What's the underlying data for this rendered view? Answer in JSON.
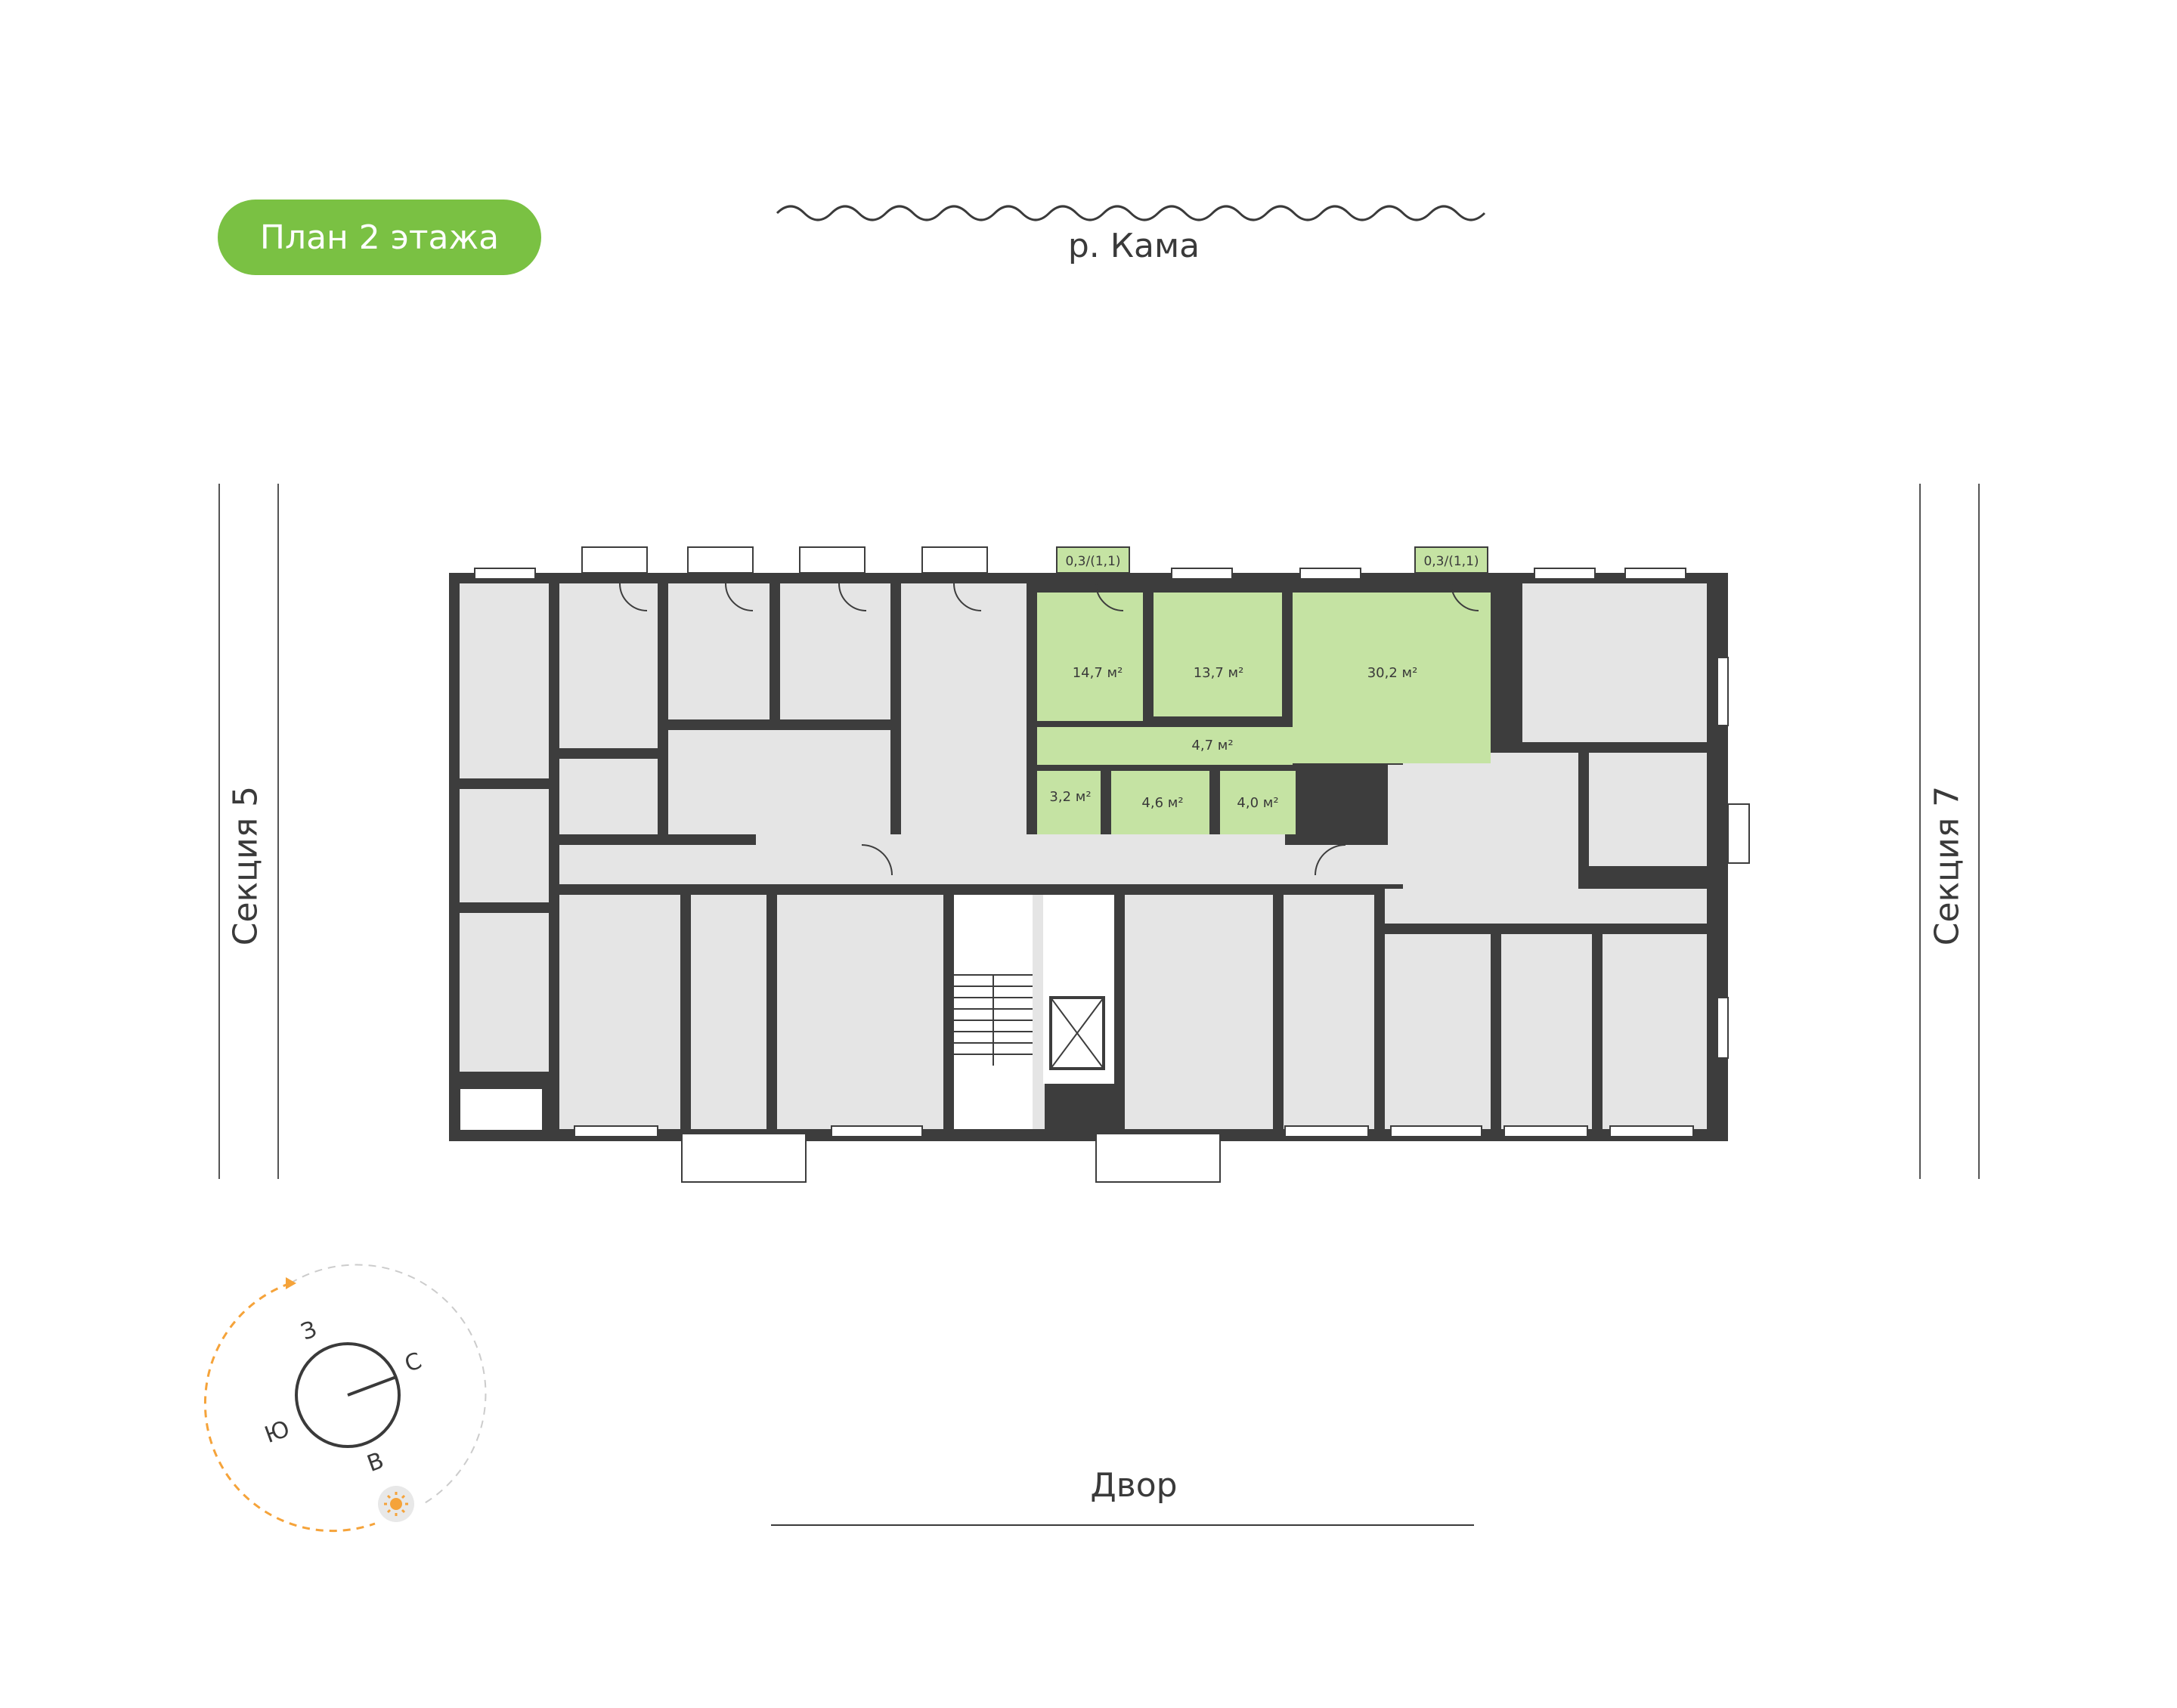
{
  "header": {
    "floor_plan_title": "План 2 этажа"
  },
  "surroundings": {
    "river": "р. Кама",
    "yard": "Двор",
    "left_section": "Секция 5",
    "right_section": "Секция 7"
  },
  "highlighted_apartment": {
    "highlight_color": "#c5e3a3",
    "rooms": [
      {
        "name": "room-1",
        "area": "14,7 м²"
      },
      {
        "name": "room-2",
        "area": "13,7 м²"
      },
      {
        "name": "kitchen-living",
        "area": "30,2 м²"
      },
      {
        "name": "hallway",
        "area": "4,7 м²"
      },
      {
        "name": "wc",
        "area": "3,2 м²"
      },
      {
        "name": "bathroom",
        "area": "4,6 м²"
      },
      {
        "name": "storage",
        "area": "4,0 м²"
      }
    ],
    "balconies": [
      {
        "area": "0,3/(1,1)"
      },
      {
        "area": "0,3/(1,1)"
      }
    ]
  },
  "compass": {
    "directions": {
      "north": "С",
      "south": "Ю",
      "west": "З",
      "east": "В"
    },
    "sun_icon": "sun-icon",
    "path_color": "#f5a33a"
  },
  "colors": {
    "accent": "#7ac143",
    "wall": "#3d3d3d",
    "room": "#e5e5e5",
    "highlight": "#c5e3a3"
  }
}
